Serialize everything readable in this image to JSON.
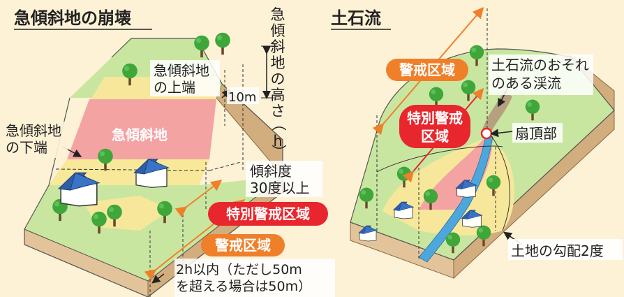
{
  "left": {
    "title": "急傾斜地の崩壊",
    "height_label": "急傾斜地の高さ(h)",
    "height_label_chars": [
      "急",
      "傾",
      "斜",
      "地",
      "の",
      "高",
      "さ",
      "（",
      "h",
      "）"
    ],
    "top_edge": [
      "急傾斜地",
      "の上端"
    ],
    "ten_m": "10m",
    "slope_zone": "急傾斜地",
    "bottom_edge": [
      "急傾斜地",
      "の下端"
    ],
    "angle": [
      "傾斜度",
      "30度以上"
    ],
    "special_zone": "特別警戒区域",
    "warning_zone": "警戒区域",
    "distance_note": [
      "2h以内（ただし50m",
      "を超える場合は50m）"
    ]
  },
  "right": {
    "title": "土石流",
    "warning_zone": "警戒区域",
    "special_zone": [
      "特別警戒",
      "区域"
    ],
    "stream_label": [
      "土石流のおそれ",
      "のある渓流"
    ],
    "fan_apex": "扇頂部",
    "gradient": "土地の勾配2度"
  },
  "colors": {
    "background": "#fdf1d6",
    "grass": "#c9e6a0",
    "slope_pink": "#f4a3a3",
    "warning_yellow": "#f7e79a",
    "soil": "#e3c49a",
    "special_red": "#e8262d",
    "warning_orange": "#f07f2a",
    "arrow_orange": "#f07f2a",
    "stream_blue": "#4ea7dc",
    "tree_green": "#3fa63a"
  }
}
